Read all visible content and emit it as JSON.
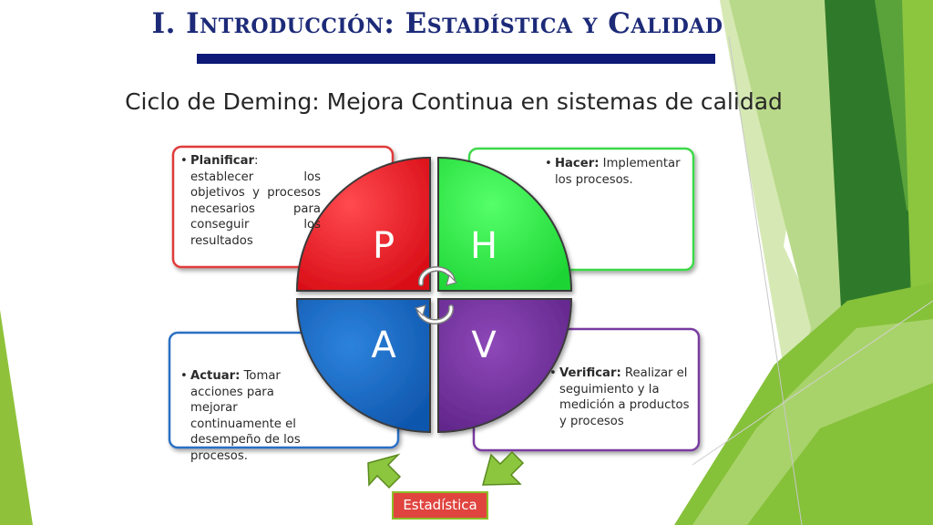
{
  "slide": {
    "title": "I. Introducción: Estadística y Calidad",
    "subtitle": "Ciclo de Deming: Mejora Continua en sistemas de calidad"
  },
  "cycle": {
    "quadrants": [
      {
        "letter": "P",
        "color": "#f3232b"
      },
      {
        "letter": "H",
        "color": "#33f54a"
      },
      {
        "letter": "A",
        "color": "#1a6cc8"
      },
      {
        "letter": "V",
        "color": "#7a35a4"
      }
    ],
    "boxes": {
      "planificar": {
        "term": "Planificar",
        "text": ": establecer los objetivos y procesos necesarios para conseguir los resultados",
        "border": "#e03a3a"
      },
      "hacer": {
        "term": "Hacer:",
        "text": " Implementar los procesos.",
        "border": "#3ed94a"
      },
      "actuar": {
        "term": "Actuar:",
        "text": " Tomar acciones para mejorar continuamente el desempeño de los procesos.",
        "border": "#2a6fc4"
      },
      "verificar": {
        "term": "Verificar:",
        "text": " Realizar el seguimiento y la medición a productos y procesos",
        "border": "#7a3aa0"
      }
    },
    "bullet": "•"
  },
  "footer_label": "Estadística",
  "colors": {
    "title": "#1c2a78",
    "rule": "#0d1a78",
    "accent_green": "#8cbf26",
    "label_bg": "#e0443f"
  }
}
